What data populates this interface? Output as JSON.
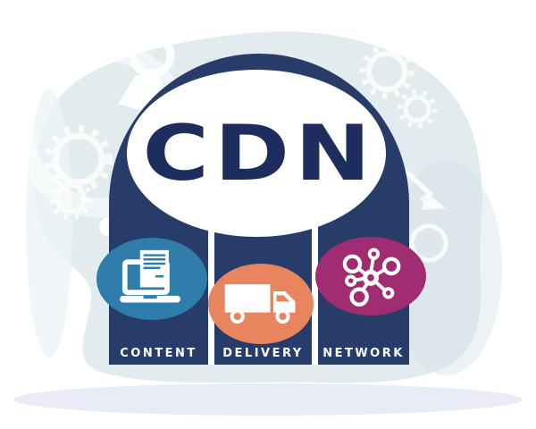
{
  "acronym": "CDN",
  "terms": [
    {
      "label": "CONTENT",
      "icon": "laptop-document-icon",
      "circle_color": "#2e7daa"
    },
    {
      "label": "DELIVERY",
      "icon": "delivery-truck-icon",
      "circle_color": "#e8855e"
    },
    {
      "label": "NETWORK",
      "icon": "network-nodes-icon",
      "circle_color": "#a02d72"
    }
  ],
  "colors": {
    "arch_navy": "#273c68",
    "acronym_text": "#1d2d5e",
    "background_blob": "#e2ebee",
    "ground_shadow": "#e9ecf4",
    "label_text": "#ffffff"
  }
}
